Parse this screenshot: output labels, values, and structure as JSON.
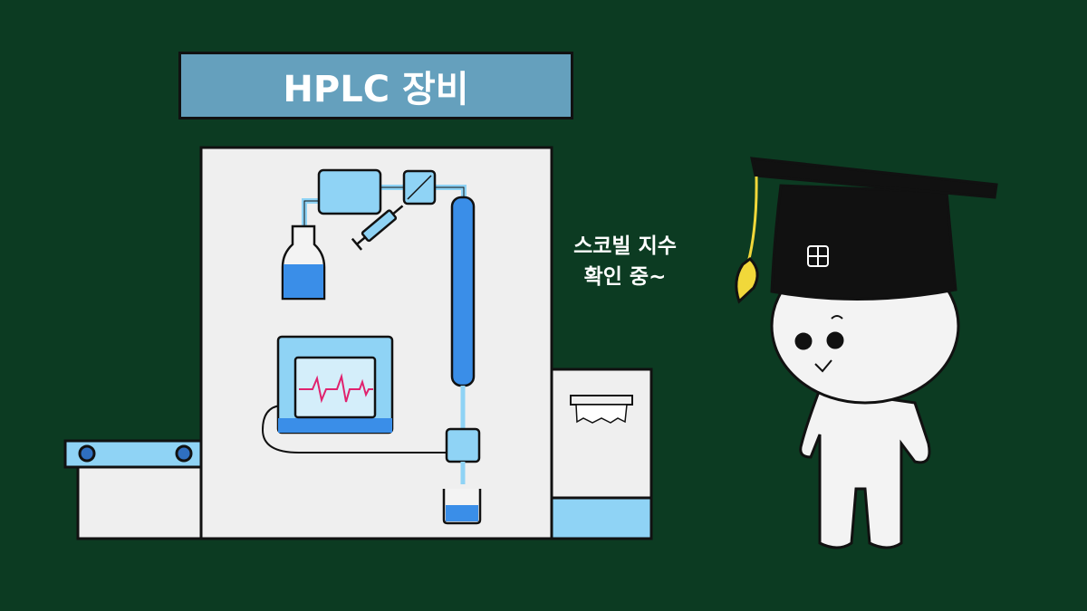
{
  "title": "HPLC 장비",
  "speech": {
    "line1": "스코빌 지수",
    "line2": "확인 중~"
  },
  "colors": {
    "background": "#0c3b22",
    "title_box": "#65a0bd",
    "machine": "#efefef",
    "liquid": "#3a8ee8",
    "part": "#8fd3f5",
    "signal": "#e0226e",
    "tassel": "#f1d83a"
  }
}
